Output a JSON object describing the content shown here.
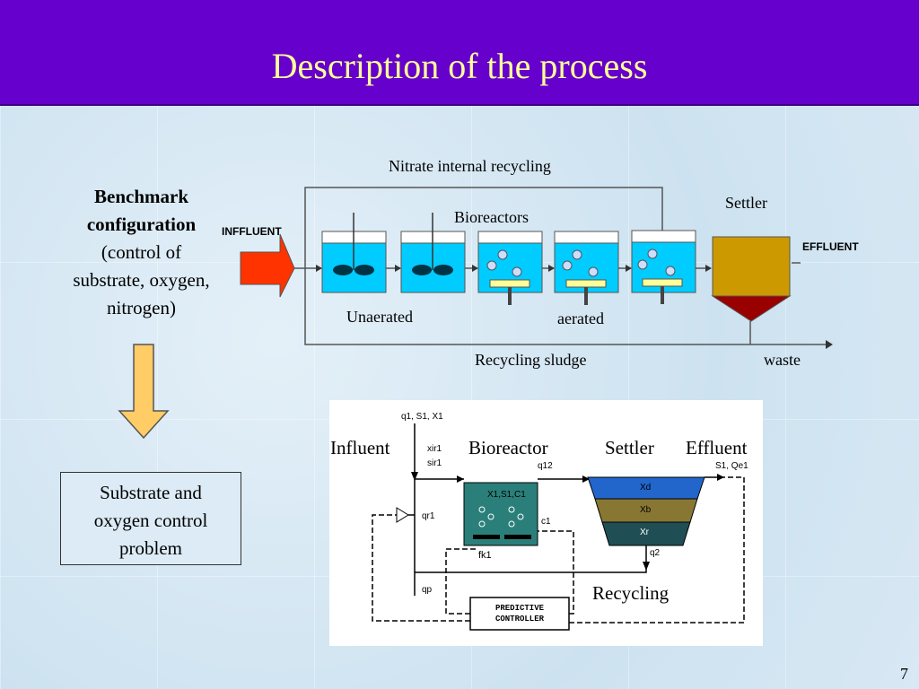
{
  "title": "Description of the process",
  "benchmark": {
    "bold_line1": "Benchmark",
    "bold_line2": "configuration",
    "line3": "(control of",
    "line4": "substrate, oxygen,",
    "line5": "nitrogen)"
  },
  "problem_box": {
    "line1": "Substrate and",
    "line2": "oxygen control",
    "line3": "problem"
  },
  "plant": {
    "influent": "INFFLUENT",
    "effluent": "EFFLUENT",
    "nitrate": "Nitrate internal recycling",
    "bioreactors": "Bioreactors",
    "settler": "Settler",
    "unaerated": "Unaerated",
    "aerated": "aerated",
    "recycling_sludge": "Recycling sludge",
    "waste": "waste"
  },
  "schema": {
    "influent": "Influent",
    "bioreactor": "Bioreactor",
    "settler": "Settler",
    "effluent": "Effluent",
    "recycling": "Recycling",
    "controller_line1": "PREDICTIVE",
    "controller_line2": "CONTROLLER",
    "q1": "q1, S1, X1",
    "xir": "xir1",
    "sir": "sir1",
    "q12": "q12",
    "reactor_vars": "X1,S1,C1",
    "c1": "c1",
    "fk1": "fk1",
    "qr1": "qr1",
    "q2": "q2",
    "qp": "qp",
    "out_vars": "S1, Qe1",
    "xd": "Xd",
    "xb": "Xb",
    "xr": "Xr"
  },
  "page_number": "7",
  "colors": {
    "title_bg": "#6600cc",
    "title_text": "#ffff99",
    "tank_water": "#00ccff",
    "settler_body": "#cc9900",
    "settler_cone": "#990000",
    "arrow_red": "#ff3300",
    "arrow_yellow": "#ffcc66"
  }
}
